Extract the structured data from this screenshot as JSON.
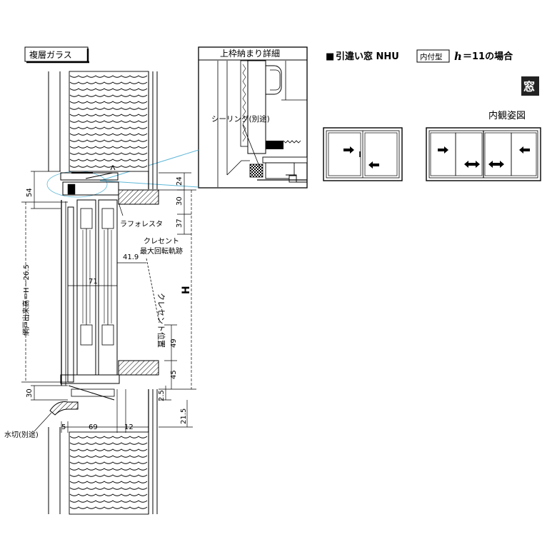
{
  "header": {
    "square": "■",
    "title": "引違い窓 NHU",
    "mount_badge": "内付型",
    "h_symbol": "h",
    "h_value": "＝11の場合",
    "category_badge": "窓"
  },
  "glass_label": "複層ガラス",
  "detail": {
    "title": "上枠納まり詳細",
    "sealing": "シーリング(別途)"
  },
  "interior_view": {
    "title": "内観姿図"
  },
  "section": {
    "laforesta": "ラフォレスタ",
    "crescent_track_line1": "クレセント",
    "crescent_track_line2": "最大回転軌跡",
    "crescent_position": "クレセント位置",
    "screen_height": "網戸出来高＝H－26.5",
    "water_drip": "水切(別途)",
    "height_symbol": "H"
  },
  "dimensions": {
    "d54": "54",
    "d24": "24",
    "d30_top": "30",
    "d37": "37",
    "d41_9": "41.9",
    "d71": "71",
    "d49": "49",
    "d45": "45",
    "d30_bottom": "30",
    "d2_5": "2.5",
    "d21_5": "21.5",
    "d5": "5",
    "d69": "69",
    "d12": "12"
  },
  "colors": {
    "line": "#000000",
    "leader": "#5fb8d8",
    "badge_bg": "#222222"
  }
}
